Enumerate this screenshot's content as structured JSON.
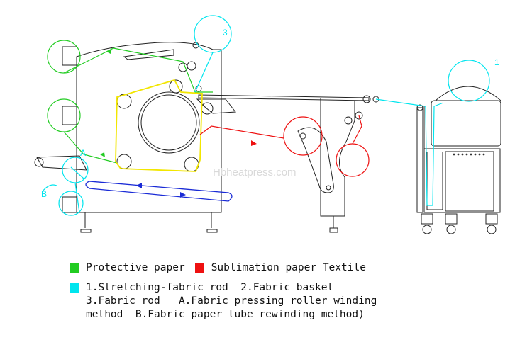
{
  "watermark": "Hbheatpress.com",
  "callouts": {
    "one": "1",
    "three": "3",
    "a": "A",
    "b": "B"
  },
  "colors": {
    "protective_paper": "#22cc22",
    "sublimation_paper": "#ee1111",
    "fabric": "#00e5ee",
    "yellow_belt": "#f2e600",
    "blue_belt": "#1a2bd6",
    "machine": "#222222"
  },
  "legend": {
    "protective_paper": "Protective paper",
    "sublimation_paper": "Sublimation paper Textile"
  },
  "notes": {
    "line1": "1.Stretching-fabric rod  2.Fabric basket",
    "line2": "3.Fabric rod   A.Fabric pressing roller winding",
    "line3": "method  B.Fabric paper tube rewinding method)"
  }
}
